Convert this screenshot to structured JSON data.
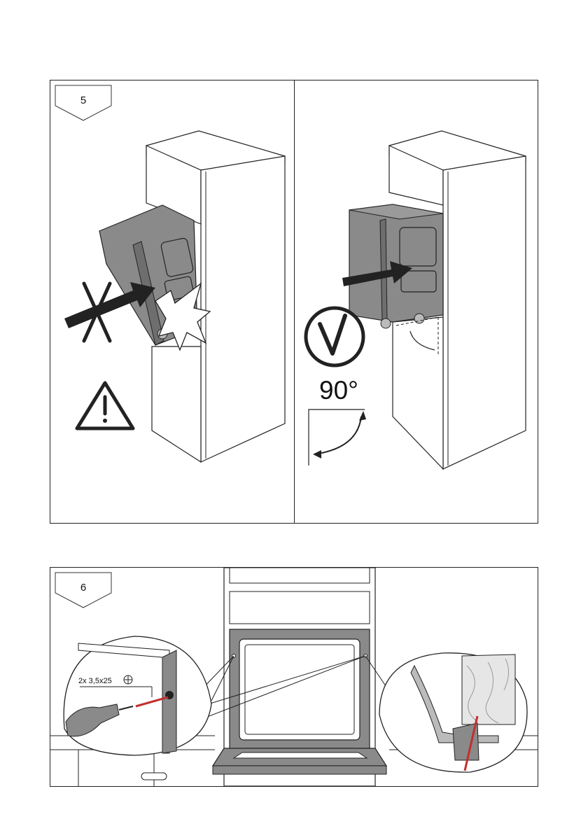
{
  "step5": {
    "number": "5",
    "angle_label": "90°"
  },
  "step6": {
    "number": "6",
    "screw_label": "2x 3,5x25"
  },
  "colors": {
    "oven_grey": "#8a8a8a",
    "cabinet_white": "#ffffff",
    "line": "#222222",
    "screw_red": "#c03030"
  }
}
